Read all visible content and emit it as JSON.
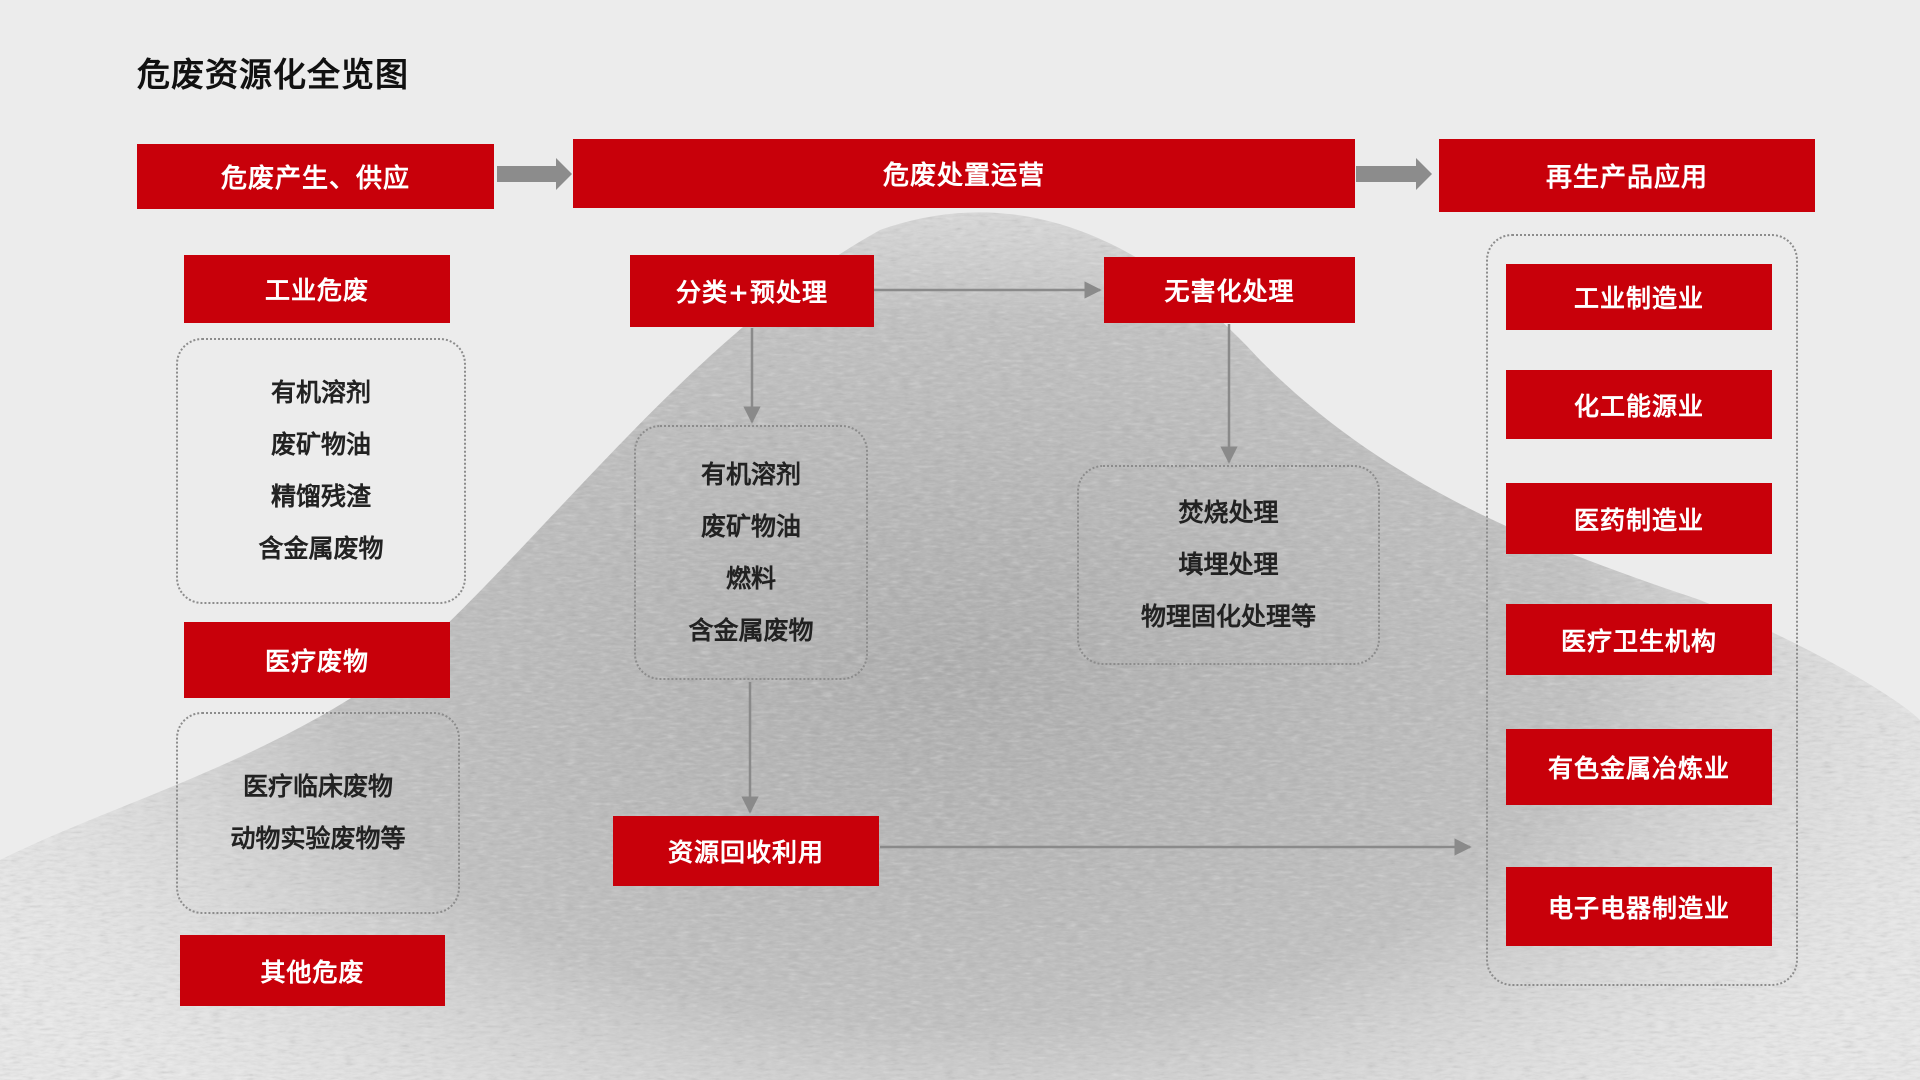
{
  "title": "危废资源化全览图",
  "stages": {
    "supply": "危废产生、供应",
    "operation": "危废处置运营",
    "application": "再生产品应用"
  },
  "supply": {
    "industrial": {
      "label": "工业危废",
      "items": [
        "有机溶剂",
        "废矿物油",
        "精馏残渣",
        "含金属废物"
      ]
    },
    "medical": {
      "label": "医疗废物",
      "items": [
        "医疗临床废物",
        "动物实验废物等"
      ]
    },
    "other": {
      "label": "其他危废"
    }
  },
  "operation": {
    "pretreatment": {
      "label": "分类+预处理",
      "items": [
        "有机溶剂",
        "废矿物油",
        "燃料",
        "含金属废物"
      ]
    },
    "harmless": {
      "label": "无害化处理",
      "items": [
        "焚烧处理",
        "填埋处理",
        "物理固化处理等"
      ]
    },
    "recycling": {
      "label": "资源回收利用"
    }
  },
  "application": {
    "items": [
      "工业制造业",
      "化工能源业",
      "医药制造业",
      "医疗卫生机构",
      "有色金属冶炼业",
      "电子电器制造业"
    ]
  },
  "colors": {
    "accent": "#c8000a",
    "arrow_thick": "#8c8c8c",
    "arrow_thin": "#8a8a8a",
    "background": "#ececec"
  }
}
